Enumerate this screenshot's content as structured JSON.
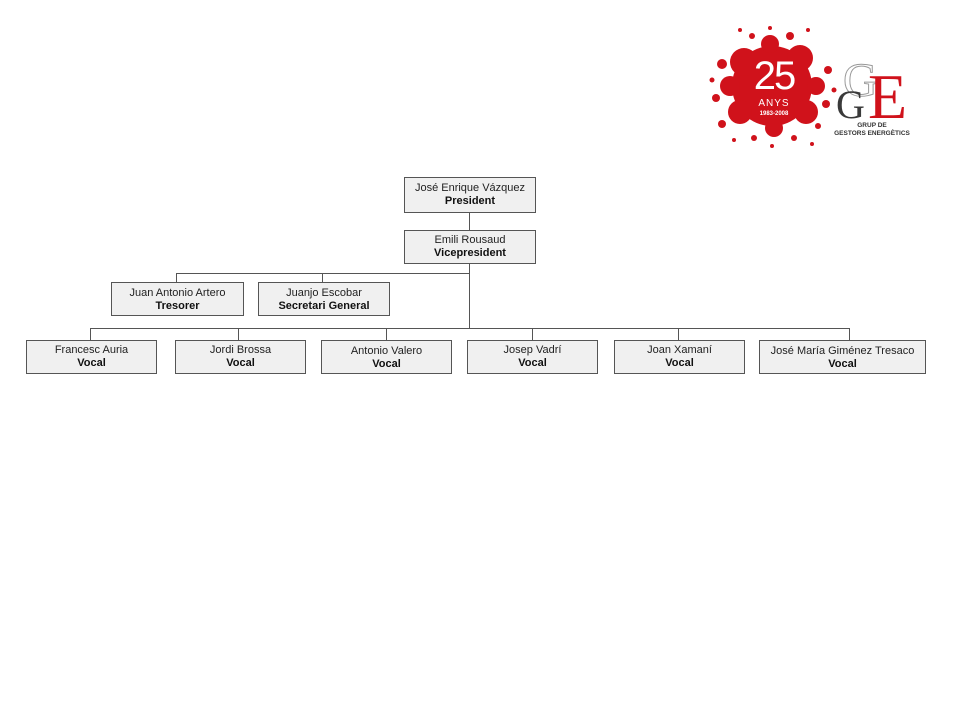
{
  "logo": {
    "anniversary_number": "25",
    "anniversary_word": "ANYS",
    "anniversary_years": "1983-2008",
    "org_line1": "GRUP DE",
    "org_line2": "GESTORS ENERGÈTICS",
    "brand_red": "#d0121b",
    "brand_grey": "#8a8a8a"
  },
  "org_chart": {
    "president": {
      "name": "José Enrique Vázquez",
      "role": "President"
    },
    "vicepresident": {
      "name": "Emili Rousaud",
      "role": "Vicepresident"
    },
    "officers": [
      {
        "name": "Juan Antonio Artero",
        "role": "Tresorer"
      },
      {
        "name": "Juanjo Escobar",
        "role": "Secretari General"
      }
    ],
    "vocals": [
      {
        "name": "Francesc Auria",
        "role": "Vocal"
      },
      {
        "name": "Jordi Brossa",
        "role": "Vocal"
      },
      {
        "name": "Antonio Valero",
        "role": "Vocal"
      },
      {
        "name": "Josep Vadrí",
        "role": "Vocal"
      },
      {
        "name": "Joan Xamaní",
        "role": "Vocal"
      },
      {
        "name": "José María Giménez Tresaco",
        "role": "Vocal"
      }
    ]
  }
}
